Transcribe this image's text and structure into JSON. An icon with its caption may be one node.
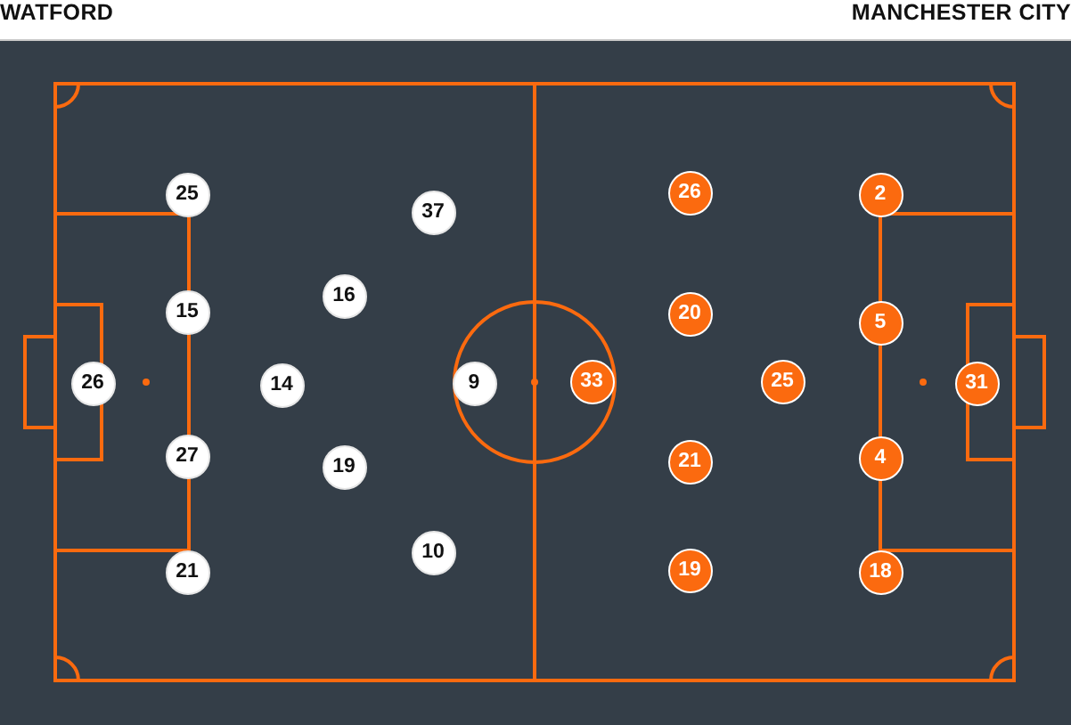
{
  "diagram": {
    "nodes": [
      {
        "text": [
          "25"
        ]
      },
      {
        "text": [
          "37"
        ]
      },
      {
        "text": [
          "16"
        ]
      },
      {
        "text": [
          "15"
        ]
      },
      {
        "text": [
          "26"
        ]
      },
      {
        "text": [
          "14"
        ]
      },
      {
        "text": [
          "9"
        ]
      },
      {
        "text": [
          "27"
        ]
      },
      {
        "text": [
          "19"
        ]
      },
      {
        "text": [
          "10"
        ]
      },
      {
        "text": [
          "21"
        ]
      },
      {
        "text": [
          "26"
        ]
      },
      {
        "text": [
          "2"
        ]
      },
      {
        "text": [
          "20"
        ]
      },
      {
        "text": [
          "5"
        ]
      },
      {
        "text": [
          "33"
        ]
      },
      {
        "text": [
          "25"
        ]
      },
      {
        "text": [
          "31"
        ]
      },
      {
        "text": [
          "4"
        ]
      },
      {
        "text": [
          "21"
        ]
      },
      {
        "text": [
          "19"
        ]
      },
      {
        "text": [
          "18"
        ]
      }
    ],
    "labels": [
      "WATFORD",
      "MANCHESTER CITY"
    ]
  }
}
